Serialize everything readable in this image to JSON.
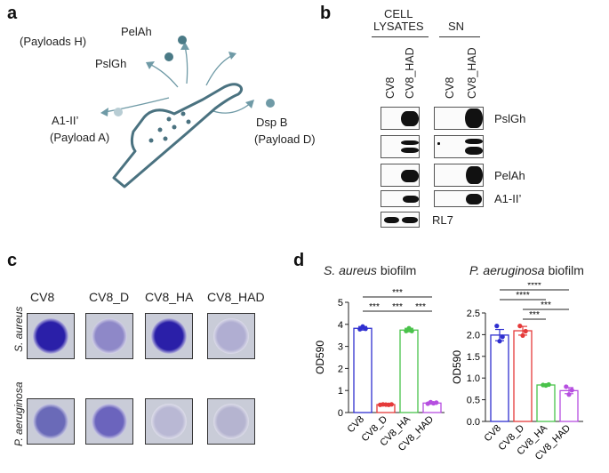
{
  "panels": {
    "a": "a",
    "b": "b",
    "c": "c",
    "d": "d"
  },
  "panel_a": {
    "labels": {
      "payloads_h": "(Payloads H)",
      "pelah": "PelAh",
      "pslgh": "PslGh",
      "a1": "A1-II’",
      "payload_a": "(Payload A)",
      "dspb": "Dsp B",
      "payload_d": "(Payload D)"
    },
    "colors": {
      "bacterium": "#4a7280",
      "dot_dark": "#4a7a86",
      "dot_light": "#b8cdd4",
      "dot_mid": "#6f9aa6"
    }
  },
  "panel_b": {
    "header_left": [
      "CELL",
      "LYSATES"
    ],
    "header_right": "SN",
    "columns": [
      "CV8",
      "CV8_HAD",
      "CV8",
      "CV8_HAD"
    ],
    "rows": [
      "PslGh",
      "",
      "PelAh",
      "A1-II’",
      "RL7"
    ]
  },
  "panel_c": {
    "columns": [
      "CV8",
      "CV8_D",
      "CV8_HA",
      "CV8_HAD"
    ],
    "rows": [
      "S. aureus",
      "P. aeruginosa"
    ],
    "well_stain": [
      [
        "#2a1fa8",
        "#8e88c8",
        "#2a1fa8",
        "#b0aed2"
      ],
      [
        "#6a6ab8",
        "#6b64bd",
        "#b9b8d4",
        "#b5b4d0"
      ]
    ]
  },
  "panel_d": {
    "sig": "***",
    "sig4": "****"
  },
  "chart_data": [
    {
      "type": "bar",
      "title_italic": "S. aureus",
      "title_rest": " biofilm",
      "ylabel": "OD590",
      "categories": [
        "CV8",
        "CV8_D",
        "CV8_HA",
        "CV8_HAD"
      ],
      "values": [
        3.82,
        0.36,
        3.74,
        0.43
      ],
      "errors": [
        0.08,
        0.03,
        0.08,
        0.05
      ],
      "points": [
        [
          3.78,
          3.9,
          3.8
        ],
        [
          0.35,
          0.37,
          0.36,
          0.35,
          0.37
        ],
        [
          3.7,
          3.82,
          3.7
        ],
        [
          0.4,
          0.47,
          0.42,
          0.45
        ]
      ],
      "colors": [
        "#2f2fd0",
        "#e53a3a",
        "#49c24a",
        "#b64fe0"
      ],
      "ylim": [
        0,
        5
      ],
      "yticks": [
        0,
        1,
        2,
        3,
        4,
        5
      ],
      "significance": [
        [
          "CV8",
          "CV8_HAD",
          "***"
        ],
        [
          "CV8",
          "CV8_D",
          "***"
        ],
        [
          "CV8_D",
          "CV8_HA",
          "***"
        ],
        [
          "CV8_HA",
          "CV8_HAD",
          "***"
        ]
      ]
    },
    {
      "type": "bar",
      "title_italic": "P. aeruginosa",
      "title_rest": " biofilm",
      "ylabel": "OD590",
      "categories": [
        "CV8",
        "CV8_D",
        "CV8_HA",
        "CV8_HAD"
      ],
      "values": [
        1.99,
        2.09,
        0.84,
        0.71
      ],
      "errors": [
        0.13,
        0.1,
        0.02,
        0.07
      ],
      "points": [
        [
          2.2,
          1.85,
          1.95
        ],
        [
          2.2,
          1.98,
          2.08
        ],
        [
          0.84,
          0.83,
          0.85
        ],
        [
          0.8,
          0.62,
          0.72
        ]
      ],
      "colors": [
        "#2f2fd0",
        "#e53a3a",
        "#49c24a",
        "#b64fe0"
      ],
      "ylim": [
        0,
        2.5
      ],
      "yticks": [
        0.0,
        0.5,
        1.0,
        1.5,
        2.0,
        2.5
      ],
      "significance": [
        [
          "CV8",
          "CV8_HAD",
          "****"
        ],
        [
          "CV8",
          "CV8_HA",
          "****"
        ],
        [
          "CV8_D",
          "CV8_HAD",
          "***"
        ],
        [
          "CV8_D",
          "CV8_HA",
          "***"
        ]
      ]
    }
  ]
}
